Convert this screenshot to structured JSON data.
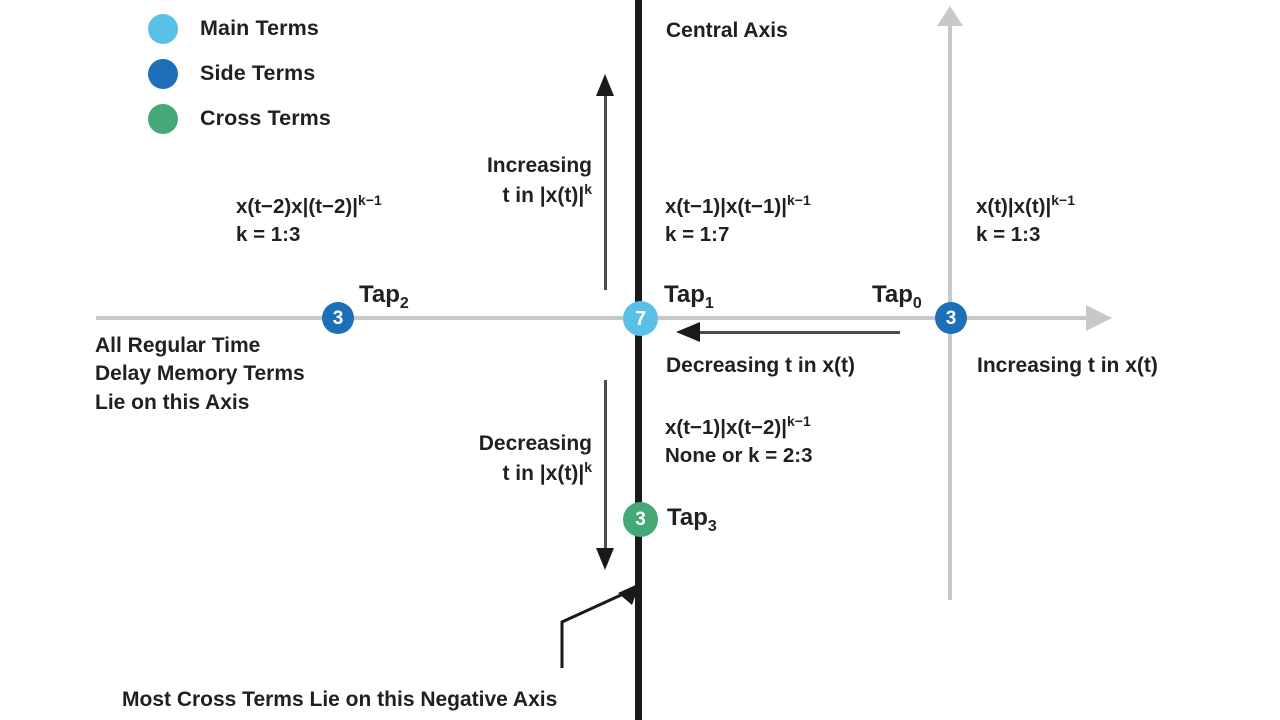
{
  "legend": {
    "items": [
      {
        "label": "Main Terms",
        "color": "#5bc0e8",
        "icon": "legend-dot-icon"
      },
      {
        "label": "Side Terms",
        "color": "#1d6fb8",
        "icon": "legend-dot-icon"
      },
      {
        "label": "Cross Terms",
        "color": "#45a877",
        "icon": "legend-dot-icon"
      }
    ]
  },
  "axes": {
    "central_axis_label": "Central Axis",
    "horizontal_color": "#c6c8ca",
    "vertical_color": "#c6c8ca",
    "central_color": "#1a1a1a"
  },
  "taps": [
    {
      "id": "tap0",
      "label": "Tap",
      "subscript": "0",
      "count": "3",
      "color": "#1d6fb8",
      "category": "Side Terms"
    },
    {
      "id": "tap1",
      "label": "Tap",
      "subscript": "1",
      "count": "7",
      "color": "#5bc0e8",
      "category": "Main Terms"
    },
    {
      "id": "tap2",
      "label": "Tap",
      "subscript": "2",
      "count": "3",
      "color": "#1d6fb8",
      "category": "Side Terms"
    },
    {
      "id": "tap3",
      "label": "Tap",
      "subscript": "3",
      "count": "3",
      "color": "#45a877",
      "category": "Cross Terms"
    }
  ],
  "formulas": {
    "left": {
      "expr_base": "x(t−2)x|(t−2)|",
      "expr_exp": "k−1",
      "k_range": "k = 1:3"
    },
    "center": {
      "expr_base": "x(t−1)|x(t−1)|",
      "expr_exp": "k−1",
      "k_range": "k = 1:7"
    },
    "right": {
      "expr_base": "x(t)|x(t)|",
      "expr_exp": "k−1",
      "k_range": "k = 1:3"
    },
    "cross": {
      "expr_base": "x(t−1)|x(t−2)|",
      "expr_exp": "k−1",
      "k_range": "None or k = 2:3"
    }
  },
  "annotations": {
    "increasing_k_line1": "Increasing",
    "increasing_k_line2_a": "t in |x(t)|",
    "increasing_k_line2_exp": "k",
    "decreasing_k_line1": "Decreasing",
    "decreasing_k_line2_a": "t in |x(t)|",
    "decreasing_k_line2_exp": "k",
    "regular_terms_line1": "All Regular Time",
    "regular_terms_line2": "Delay Memory Terms",
    "regular_terms_line3": "Lie on this Axis",
    "decreasing_t": "Decreasing t in x(t)",
    "increasing_t": "Increasing t in x(t)",
    "negative_axis": "Most Cross Terms Lie on this Negative Axis"
  }
}
